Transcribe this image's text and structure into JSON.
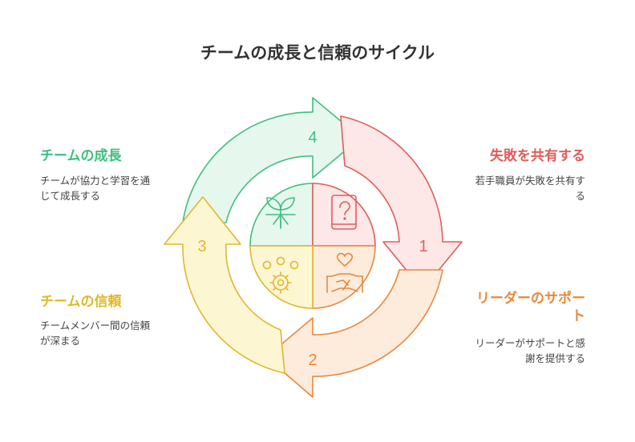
{
  "title": "チームの成長と信頼のサイクル",
  "steps": [
    {
      "number": "1",
      "label": "失敗を共有する",
      "description": "若手職員が失敗を共有する",
      "color": "#e25c5c",
      "icon": "question-book-icon"
    },
    {
      "number": "2",
      "label": "リーダーのサポート",
      "description": "リーダーがサポートと感謝を提供する",
      "color": "#e8883a",
      "icon": "handshake-heart-icon"
    },
    {
      "number": "3",
      "label": "チームの信頼",
      "description": "チームメンバー間の信頼が深まる",
      "color": "#e0b82c",
      "icon": "team-gear-icon"
    },
    {
      "number": "4",
      "label": "チームの成長",
      "description": "チームが協力と学習を通じて成長する",
      "color": "#3fbf7f",
      "icon": "sprout-icon"
    }
  ]
}
